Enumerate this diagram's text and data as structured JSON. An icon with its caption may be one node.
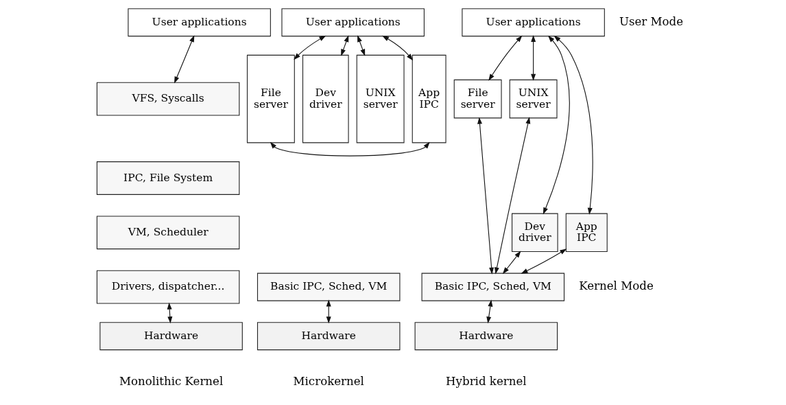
{
  "diagram": {
    "nodes": [
      {
        "text": [
          "User applications"
        ]
      },
      {
        "text": [
          "VFS, Syscalls"
        ]
      },
      {
        "text": [
          "IPC, File System"
        ]
      },
      {
        "text": [
          "VM, Scheduler"
        ]
      },
      {
        "text": [
          "Drivers, dispatcher..."
        ]
      },
      {
        "text": [
          "Hardware"
        ]
      },
      {
        "text": [
          "User applications"
        ]
      },
      {
        "text": [
          "File server"
        ]
      },
      {
        "text": [
          "Dev driver"
        ]
      },
      {
        "text": [
          "UNIX server"
        ]
      },
      {
        "text": [
          "App IPC"
        ]
      },
      {
        "text": [
          "Basic IPC, Sched, VM"
        ]
      },
      {
        "text": [
          "Hardware"
        ]
      },
      {
        "text": [
          "User applications"
        ]
      },
      {
        "text": [
          "File server"
        ]
      },
      {
        "text": [
          "UNIX server"
        ]
      },
      {
        "text": [
          "Dev driver"
        ]
      },
      {
        "text": [
          "App IPC"
        ]
      },
      {
        "text": [
          "Basic IPC, Sched, VM"
        ]
      },
      {
        "text": [
          "Hardware"
        ]
      }
    ],
    "edges": [
      {
        "from": 0,
        "to": 1,
        "arrow": "both"
      },
      {
        "from": 4,
        "to": 5,
        "arrow": "both"
      },
      {
        "from": 6,
        "to": 7,
        "arrow": "both"
      },
      {
        "from": 6,
        "to": 8,
        "arrow": "both"
      },
      {
        "from": 6,
        "to": 9,
        "arrow": "both"
      },
      {
        "from": 6,
        "to": 10,
        "arrow": "both"
      },
      {
        "from": 7,
        "to": 10,
        "arrow": "both"
      },
      {
        "from": 11,
        "to": 12,
        "arrow": "both"
      },
      {
        "from": 13,
        "to": 14,
        "arrow": "both"
      },
      {
        "from": 13,
        "to": 16,
        "arrow": "both"
      },
      {
        "from": 13,
        "to": 15,
        "arrow": "both"
      },
      {
        "from": 13,
        "to": 17,
        "arrow": "both"
      },
      {
        "from": 14,
        "to": 18,
        "arrow": "both"
      },
      {
        "from": 16,
        "to": 18,
        "arrow": "both"
      },
      {
        "from": 15,
        "to": 18,
        "arrow": "both"
      },
      {
        "from": 17,
        "to": 18,
        "arrow": "both"
      },
      {
        "from": 18,
        "to": 19,
        "arrow": "both"
      }
    ],
    "labels": [
      "User Mode",
      "Kernel Mode",
      "Monolithic Kernel",
      "Microkernel",
      "Hybrid kernel"
    ]
  }
}
